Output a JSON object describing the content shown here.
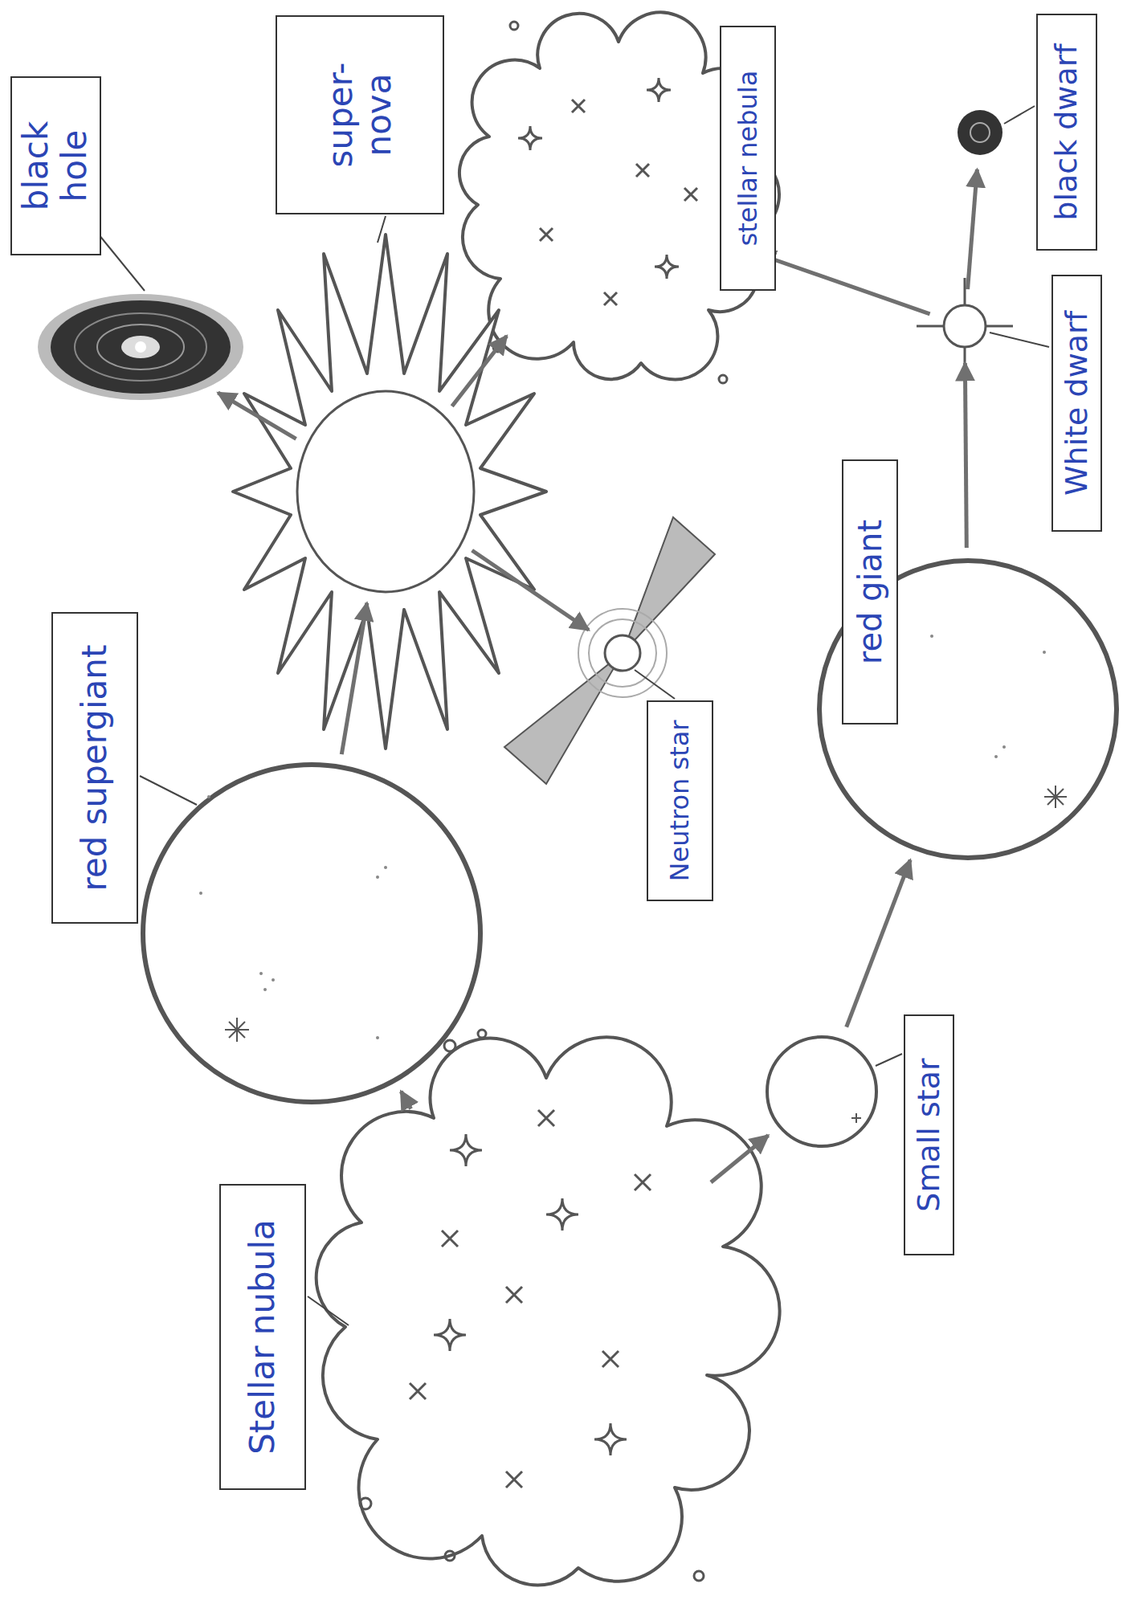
{
  "diagram": {
    "nodes": [
      {
        "text": [
          "Stellar nubula"
        ]
      },
      {
        "text": [
          "red supergiant"
        ]
      },
      {
        "text": [
          "super- nova"
        ]
      },
      {
        "text": [
          "black hole"
        ]
      },
      {
        "text": [
          "Neutron star"
        ]
      },
      {
        "text": [
          "stellar nebula"
        ]
      },
      {
        "text": [
          "Small star"
        ]
      },
      {
        "text": [
          "red giant"
        ]
      },
      {
        "text": [
          "White dwarf"
        ]
      },
      {
        "text": [
          "black dwarf"
        ]
      }
    ],
    "edges": [
      {
        "from": 0,
        "to": 1,
        "arrow": "to"
      },
      {
        "from": 0,
        "to": 6,
        "arrow": "to"
      },
      {
        "from": 1,
        "to": 2,
        "arrow": "to"
      },
      {
        "from": 2,
        "to": 3,
        "arrow": "to"
      },
      {
        "from": 2,
        "to": 4,
        "arrow": "to"
      },
      {
        "from": 2,
        "to": 5,
        "arrow": "to"
      },
      {
        "from": 6,
        "to": 7,
        "arrow": "to"
      },
      {
        "from": 7,
        "to": 8,
        "arrow": "to"
      },
      {
        "from": 8,
        "to": 5,
        "arrow": "to"
      },
      {
        "from": 8,
        "to": 9,
        "arrow": "to"
      }
    ]
  }
}
